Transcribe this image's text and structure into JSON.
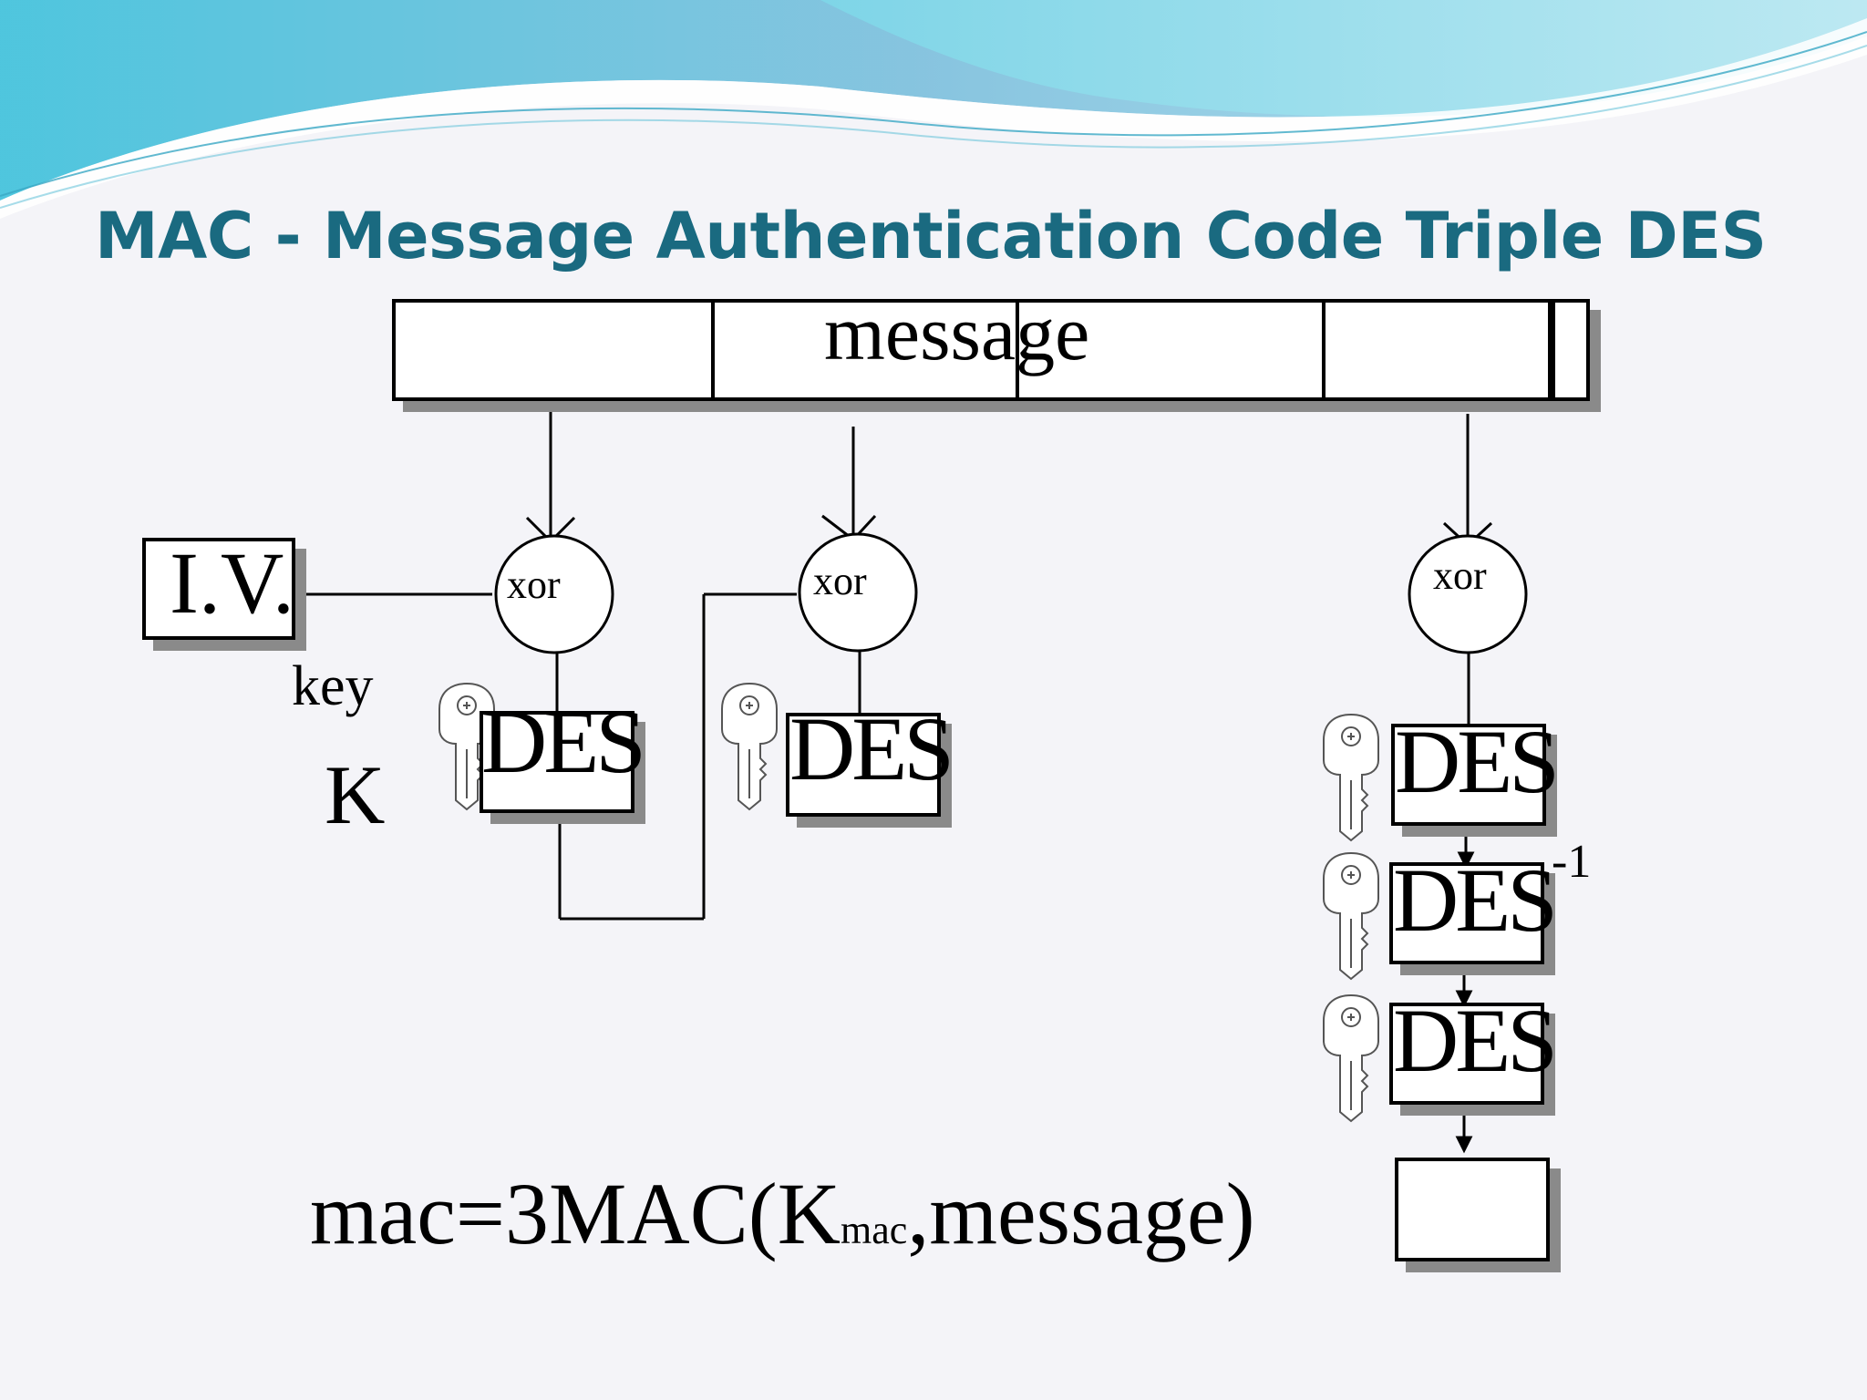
{
  "slide": {
    "title": "MAC - Message Authentication Code  Triple DES",
    "message_label": "message",
    "iv_label": "I.V.",
    "key_label": "key",
    "k_label": "K",
    "xor_label": "xor",
    "des_label": "DES",
    "inverse_superscript": "-1",
    "formula": {
      "prefix": "mac=3MAC(K",
      "subscript": "mac",
      "suffix": ",message)"
    }
  },
  "colors": {
    "title": "#1a6a80",
    "wave_dark": "#3fb7d6",
    "wave_light": "#aee3ef",
    "shadow": "#8a8a8a"
  },
  "icons": [
    "key-icon"
  ]
}
